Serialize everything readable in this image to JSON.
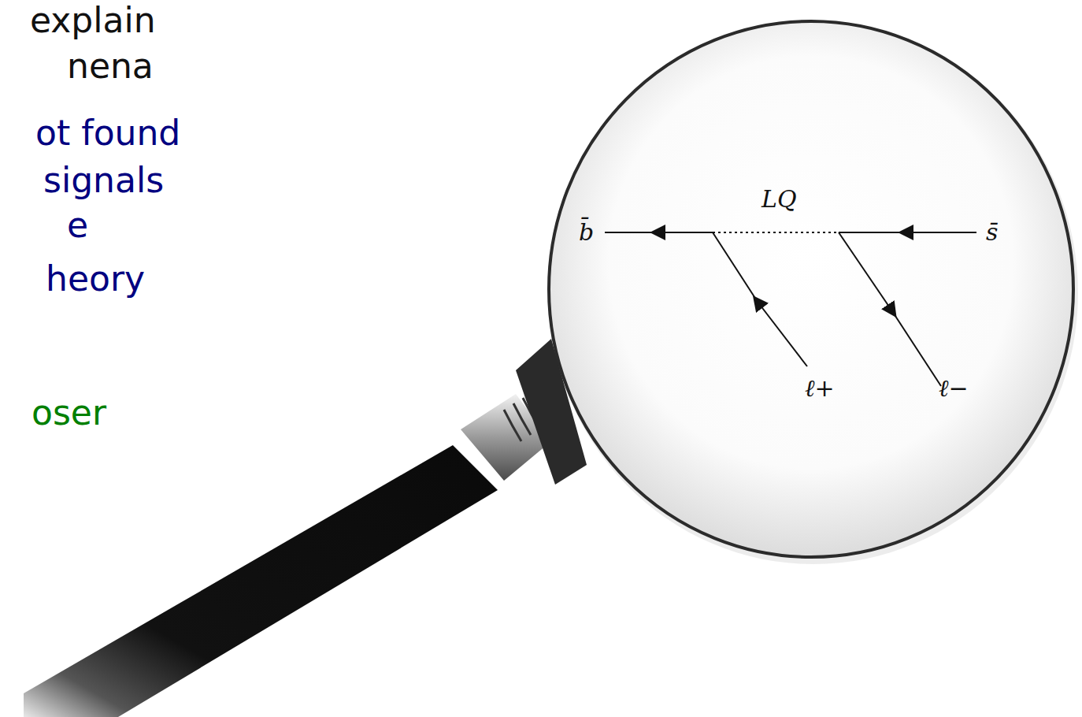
{
  "diagram": {
    "labels": [
      "explain",
      "nena",
      "ot found",
      "signals",
      "e",
      "heory",
      "oser",
      "LQ",
      "b̄",
      "s̄",
      "ℓ+",
      "ℓ−"
    ]
  }
}
